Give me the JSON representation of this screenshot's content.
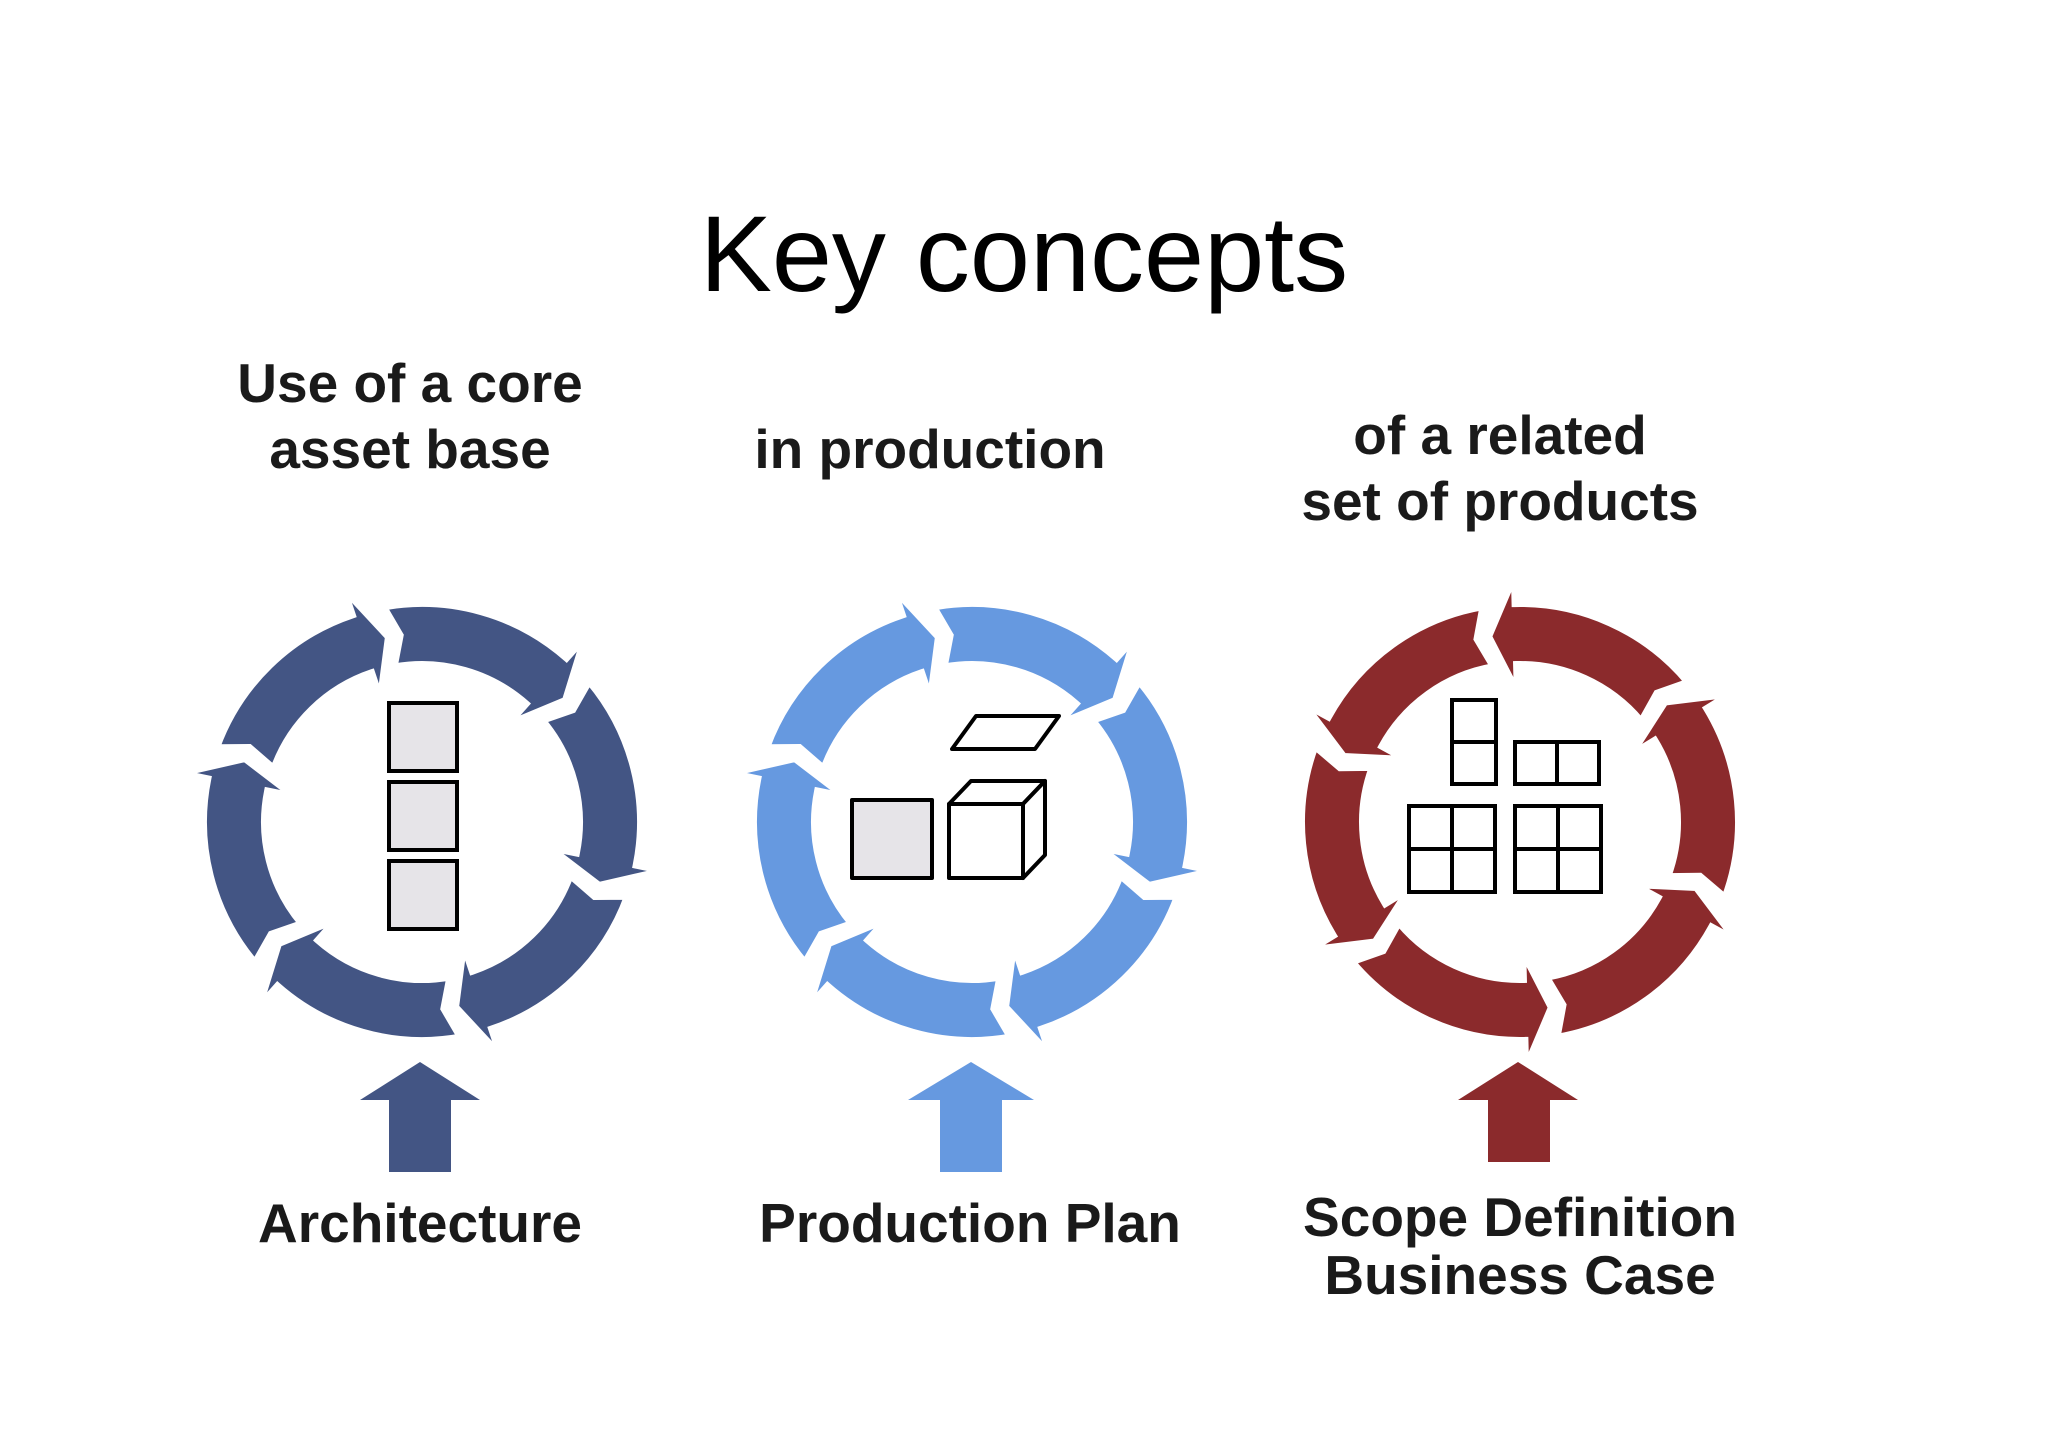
{
  "slide": {
    "title": "Key concepts"
  },
  "panels": [
    {
      "heading_lines": [
        "Use of a core",
        "asset base"
      ],
      "foundation": "Architecture",
      "foundation_lines": [
        "Architecture"
      ],
      "color": "#435584",
      "direction": "clockwise"
    },
    {
      "heading_lines": [
        "in production"
      ],
      "foundation": "Production Plan",
      "foundation_lines": [
        "Production Plan"
      ],
      "color": "#6699e0",
      "direction": "clockwise"
    },
    {
      "heading_lines": [
        "of a related",
        "set of products"
      ],
      "foundation": "Scope Definition Business Case",
      "foundation_lines": [
        "Scope Definition",
        "Business Case"
      ],
      "color": "#8b2a2c",
      "direction": "counterclockwise"
    }
  ]
}
